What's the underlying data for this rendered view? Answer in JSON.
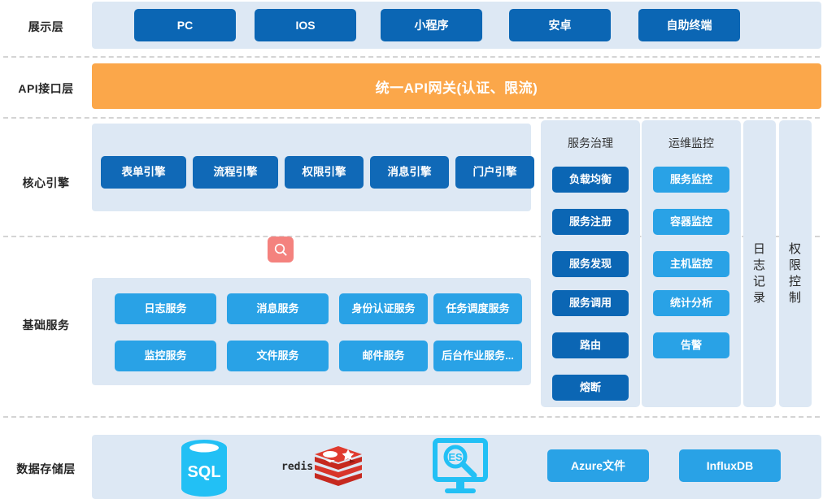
{
  "layers": [
    {
      "key": "presentation",
      "label": "展示层"
    },
    {
      "key": "api",
      "label": "API接口层"
    },
    {
      "key": "core",
      "label": "核心引擎"
    },
    {
      "key": "basic",
      "label": "基础服务"
    },
    {
      "key": "storage",
      "label": "数据存储层"
    }
  ],
  "presentation": {
    "items": [
      {
        "label": "PC"
      },
      {
        "label": "IOS"
      },
      {
        "label": "小程序"
      },
      {
        "label": "安卓"
      },
      {
        "label": "自助终端"
      }
    ]
  },
  "api": {
    "title": "统一API网关(认证、限流)",
    "color": "#fba74a"
  },
  "core": {
    "items": [
      {
        "label": "表单引擎"
      },
      {
        "label": "流程引擎"
      },
      {
        "label": "权限引擎"
      },
      {
        "label": "消息引擎"
      },
      {
        "label": "门户引擎"
      }
    ]
  },
  "search_badge": {
    "icon": "search-icon",
    "color": "#f4827e"
  },
  "basic": {
    "items": [
      {
        "label": "日志服务"
      },
      {
        "label": "消息服务"
      },
      {
        "label": "身份认证服务"
      },
      {
        "label": "任务调度服务"
      },
      {
        "label": "监控服务"
      },
      {
        "label": "文件服务"
      },
      {
        "label": "邮件服务"
      },
      {
        "label": "后台作业服务..."
      }
    ]
  },
  "governance": {
    "title": "服务治理",
    "color": "#0b66b4",
    "items": [
      {
        "label": "负载均衡"
      },
      {
        "label": "服务注册"
      },
      {
        "label": "服务发现"
      },
      {
        "label": "服务调用"
      },
      {
        "label": "路由"
      },
      {
        "label": "熔断"
      }
    ]
  },
  "monitoring": {
    "title": "运维监控",
    "color": "#29a2e6",
    "items": [
      {
        "label": "服务监控"
      },
      {
        "label": "容器监控"
      },
      {
        "label": "主机监控"
      },
      {
        "label": "统计分析"
      },
      {
        "label": "告警"
      }
    ]
  },
  "logging": {
    "label": "日志记录"
  },
  "permission": {
    "label": "权限控制"
  },
  "storage": {
    "icons": [
      {
        "name": "sql-database-icon",
        "label": "SQL"
      },
      {
        "name": "redis-icon",
        "label": "redis"
      },
      {
        "name": "elasticsearch-icon",
        "label": "ES"
      }
    ],
    "buttons": [
      {
        "label": "Azure文件"
      },
      {
        "label": "InfluxDB"
      }
    ]
  }
}
